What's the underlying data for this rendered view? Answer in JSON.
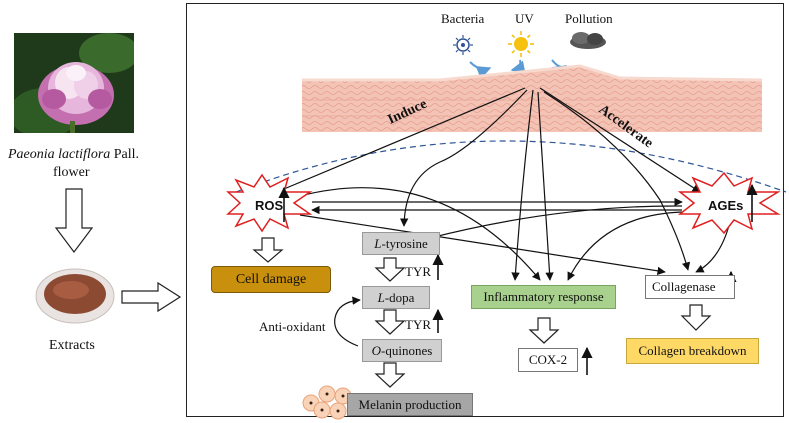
{
  "left": {
    "species_italic": "Paeonia lactiflora",
    "species_suffix": " Pall.",
    "flower_word": "flower",
    "extracts": "Extracts"
  },
  "stressors": {
    "bacteria": "Bacteria",
    "uv": "UV",
    "pollution": "Pollution"
  },
  "labels": {
    "induce": "Induce",
    "accelerate": "Accelerate",
    "ros": "ROS",
    "ages": "AGEs",
    "cell_damage": "Cell damage",
    "l_tyrosine_prefix": "L",
    "l_tyrosine_rest": "-tyrosine",
    "l_dopa_prefix": "L",
    "l_dopa_rest": "-dopa",
    "o_quinones_prefix": "O",
    "o_quinones_rest": "-quinones",
    "tyr1": "TYR",
    "tyr2": "TYR",
    "anti_oxidant": "Anti-oxidant",
    "melanin": "Melanin production",
    "inflammatory": "Inflammatory response",
    "cox2": "COX-2",
    "collagenase": "Collagenase",
    "collagen_breakdown": "Collagen breakdown"
  },
  "colors": {
    "cell_damage_fill": "#c8900c",
    "inflammatory_fill": "#a9d18e",
    "collagen_fill": "#ffd966",
    "melanin_fill": "#a6a6a6",
    "grey_box": "#d0d0d0",
    "skin": "#f3c3b6",
    "star_stroke": "#e02020",
    "dash_line": "#2f5597"
  }
}
